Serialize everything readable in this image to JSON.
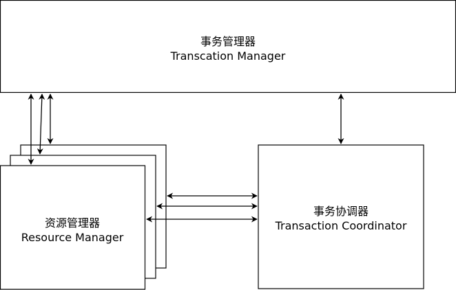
{
  "diagram": {
    "nodes": {
      "transaction_manager": {
        "label_zh": "事务管理器",
        "label_en": "Transcation Manager"
      },
      "resource_manager": {
        "label_zh": "资源管理器",
        "label_en": "Resource Manager",
        "stack_count": 3
      },
      "transaction_coordinator": {
        "label_zh": "事务协调器",
        "label_en": "Transaction Coordinator"
      }
    },
    "edges": [
      {
        "from": "resource_manager",
        "to": "transaction_manager",
        "direction": "both",
        "count": 3
      },
      {
        "from": "resource_manager",
        "to": "transaction_coordinator",
        "direction": "both",
        "count": 3
      },
      {
        "from": "transaction_coordinator",
        "to": "transaction_manager",
        "direction": "both",
        "count": 1
      }
    ],
    "colors": {
      "stroke": "#000000",
      "fill": "#ffffff",
      "text": "#000000"
    }
  }
}
